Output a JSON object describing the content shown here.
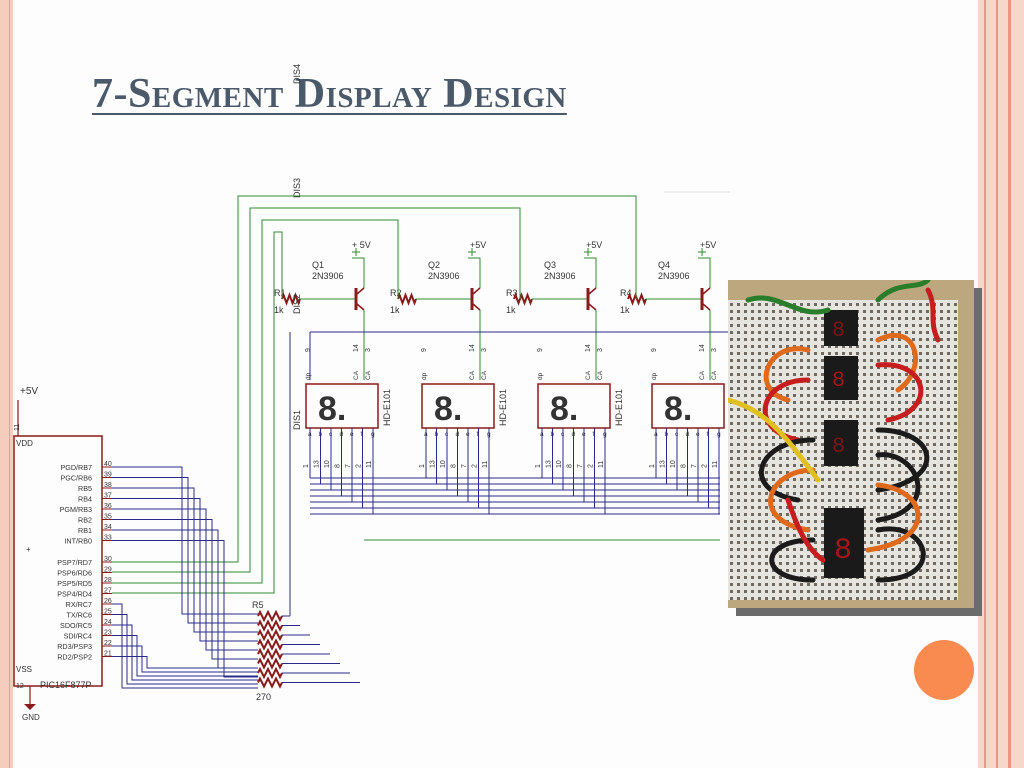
{
  "slide": {
    "title": "7-Segment Display Design"
  },
  "schematic": {
    "supply_label": "+5V",
    "mcu": {
      "name": "PIC16F877P",
      "vdd_label": "VDD",
      "vss_label": "VSS",
      "vdd_pin": "11",
      "vss_pin": "12",
      "gnd_label": "GND",
      "pins_upper": [
        {
          "name": "PGD/RB7",
          "num": "40"
        },
        {
          "name": "PGC/RB6",
          "num": "39"
        },
        {
          "name": "RB5",
          "num": "38"
        },
        {
          "name": "RB4",
          "num": "37"
        },
        {
          "name": "PGM/RB3",
          "num": "36"
        },
        {
          "name": "RB2",
          "num": "35"
        },
        {
          "name": "RB1",
          "num": "34"
        },
        {
          "name": "INT/RB0",
          "num": "33"
        }
      ],
      "pins_mid": [
        {
          "name": "PSP7/RD7",
          "num": "30"
        },
        {
          "name": "PSP6/RD6",
          "num": "29"
        },
        {
          "name": "PSP5/RD5",
          "num": "28"
        },
        {
          "name": "PSP4/RD4",
          "num": "27"
        }
      ],
      "pins_lower": [
        {
          "name": "RX/RC7",
          "num": "26"
        },
        {
          "name": "TX/RC6",
          "num": "25"
        },
        {
          "name": "SDO/RC5",
          "num": "24"
        },
        {
          "name": "SDI/RC4",
          "num": "23"
        },
        {
          "name": "RD3/PSP3",
          "num": "22"
        },
        {
          "name": "RD2/PSP2",
          "num": "21"
        }
      ]
    },
    "resistor_pack": {
      "name": "R5",
      "value": "270"
    },
    "digits": [
      {
        "transistor": "Q1",
        "type": "2N3906",
        "resistor": "R1",
        "res_value": "1k",
        "display": "DIS1",
        "part": "HD-E101",
        "supply": "+ 5V"
      },
      {
        "transistor": "Q2",
        "type": "2N3906",
        "resistor": "R2",
        "res_value": "1k",
        "display": "DIS2",
        "part": "HD-E101",
        "supply": "+5V"
      },
      {
        "transistor": "Q3",
        "type": "2N3906",
        "resistor": "R3",
        "res_value": "1k",
        "display": "DIS3",
        "part": "HD-E101",
        "supply": "+5V"
      },
      {
        "transistor": "Q4",
        "type": "2N3906",
        "resistor": "R4",
        "res_value": "1k",
        "display": "DIS4",
        "part": "HD-E101",
        "supply": "+5V"
      }
    ],
    "display_glyph": "8.",
    "display_top_pins": [
      "9",
      "14",
      "3"
    ],
    "display_top_labels": [
      "dp",
      "CA",
      "CA"
    ],
    "display_bottom_labels": [
      "a",
      "b",
      "c",
      "d",
      "e",
      "f",
      "g"
    ],
    "display_bottom_pins": [
      "1",
      "13",
      "10",
      "8",
      "7",
      "2",
      "11"
    ]
  },
  "colors": {
    "wire_green": "#2e8b2e",
    "wire_blue": "#2a2a8a",
    "component_red": "#8b1a1a",
    "accent_orange": "#f98a50"
  }
}
